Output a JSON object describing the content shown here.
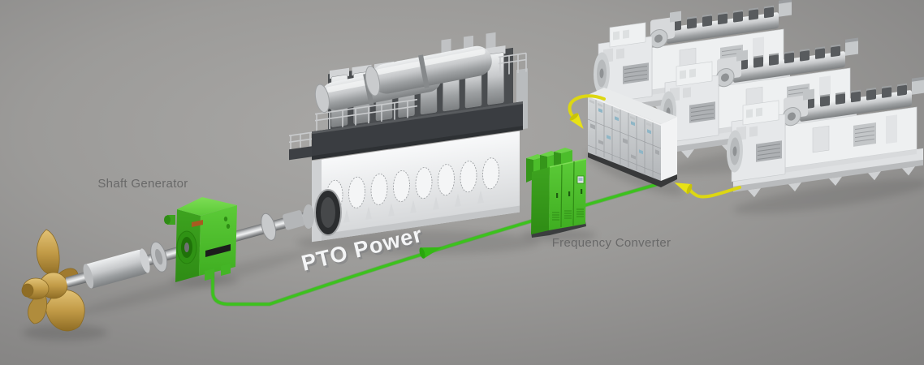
{
  "diagram": {
    "labels": {
      "shaft_generator": "Shaft Generator",
      "frequency_converter": "Frequency Converter",
      "pto_power": "PTO Power"
    },
    "colors": {
      "background_center": "#a9a8a6",
      "background_edge": "#828180",
      "accent_green": "#4cbd2b",
      "accent_green_dark": "#2f8c15",
      "accent_green_light": "#6ad246",
      "pto_line_green": "#3cc21d",
      "genset_line_yellow": "#ddd712",
      "machinery_white": "#edeff1",
      "deck_dark": "#3a3d41",
      "propeller_bronze": "#c29b47",
      "label_text": "#696969",
      "pto_text": "#f4f5f6"
    },
    "components": [
      {
        "name": "propeller"
      },
      {
        "name": "propeller-shaft"
      },
      {
        "name": "shaft-generator"
      },
      {
        "name": "main-engine"
      },
      {
        "name": "pto-power-line"
      },
      {
        "name": "frequency-converter"
      },
      {
        "name": "main-switchboard"
      },
      {
        "name": "genset-1"
      },
      {
        "name": "genset-2"
      },
      {
        "name": "genset-3"
      },
      {
        "name": "genset-power-line-1"
      },
      {
        "name": "genset-power-line-3"
      }
    ]
  }
}
